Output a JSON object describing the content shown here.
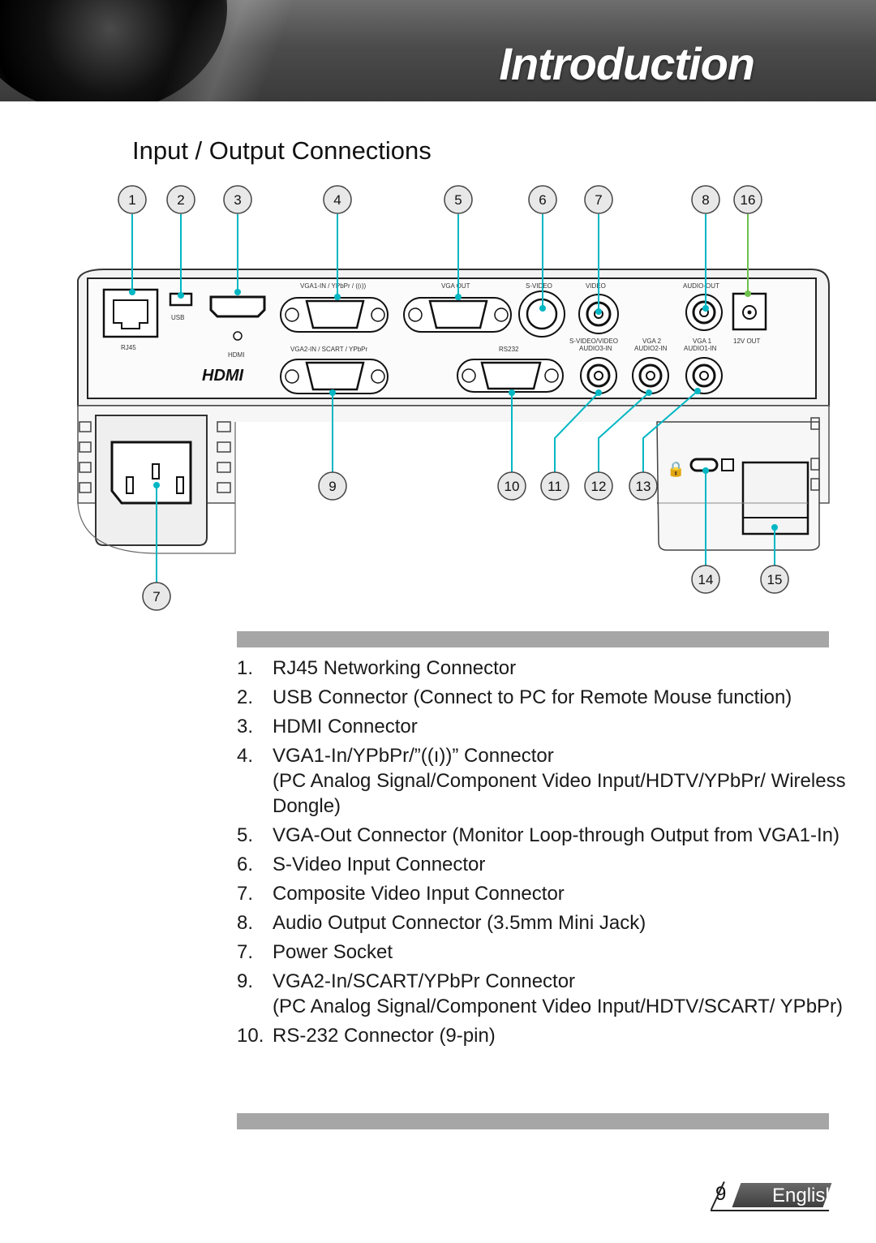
{
  "header": {
    "title": "Introduction"
  },
  "section_title": "Input / Output Connections",
  "diagram": {
    "callouts_top": [
      "1",
      "2",
      "3",
      "4",
      "5",
      "6",
      "7",
      "8",
      "16"
    ],
    "callouts_bottom": [
      "9",
      "10",
      "11",
      "12",
      "13",
      "14",
      "15"
    ],
    "callout_power": "7",
    "panel_labels": {
      "rj45": "RJ45",
      "usb": "USB",
      "hdmi": "HDMI",
      "vga1_in": "VGA1-IN / YPbPr / ((ı))",
      "vga_out": "VGA OUT",
      "s_video": "S-VIDEO",
      "video": "VIDEO",
      "audio_out": "AUDIO-OUT",
      "vga2_in": "VGA2-IN / SCART / YPbPr",
      "rs232": "RS232",
      "svideo_video": "S-VIDEO/VIDEO",
      "audio3_in": "AUDIO3-IN",
      "vga2": "VGA 2",
      "audio2_in": "AUDIO2-IN",
      "vga1": "VGA 1",
      "audio1_in": "AUDIO1-IN",
      "out_12v": "12V OUT",
      "hdmi_logo": "HDMI"
    },
    "accent_color": "#00b7c3",
    "accent_color_16": "#6cc24a"
  },
  "items": [
    {
      "num": "1.",
      "text": "RJ45 Networking Connector"
    },
    {
      "num": "2.",
      "text": "USB Connector (Connect to PC for Remote Mouse function)"
    },
    {
      "num": "3.",
      "text": "HDMI Connector"
    },
    {
      "num": "4.",
      "text": "VGA1-In/YPbPr/”((ı))” Connector",
      "sub": "(PC Analog Signal/Component Video Input/HDTV/YPbPr/ Wireless Dongle)"
    },
    {
      "num": "5.",
      "text": "VGA-Out Connector (Monitor Loop-through Output from VGA1-In)"
    },
    {
      "num": "6.",
      "text": "S-Video Input Connector"
    },
    {
      "num": "7.",
      "text": "Composite Video Input Connector"
    },
    {
      "num": "8.",
      "text": "Audio Output Connector (3.5mm Mini Jack)"
    },
    {
      "num": "7.",
      "text": "Power Socket"
    },
    {
      "num": "9.",
      "text": "VGA2-In/SCART/YPbPr Connector",
      "sub": "(PC Analog Signal/Component Video Input/HDTV/SCART/ YPbPr)"
    },
    {
      "num": "10.",
      "text": "RS-232 Connector (9-pin)"
    }
  ],
  "footer": {
    "page_number": "9",
    "language": "English"
  }
}
